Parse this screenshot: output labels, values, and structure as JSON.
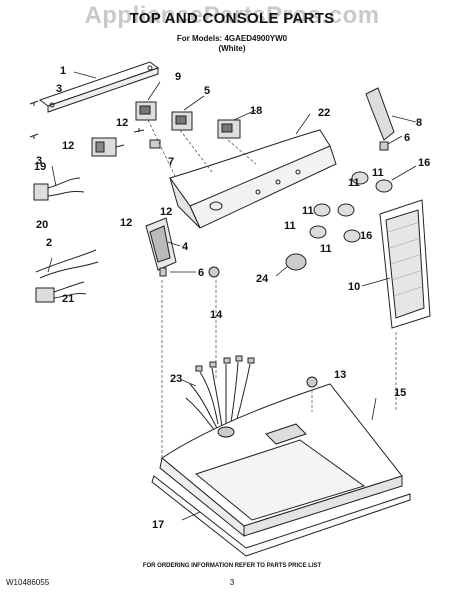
{
  "watermark": "AppliancePartsPros.com",
  "header": {
    "title": "TOP AND CONSOLE PARTS",
    "models_line": "For Models: 4GAED4900YW0",
    "color_line": "(White)"
  },
  "callouts": {
    "c1": "1",
    "c2": "2",
    "c3a": "3",
    "c3b": "3",
    "c4": "4",
    "c5": "5",
    "c6a": "6",
    "c6b": "6",
    "c7": "7",
    "c8": "8",
    "c9": "9",
    "c10": "10",
    "c11a": "11",
    "c11b": "11",
    "c11c": "11",
    "c11d": "11",
    "c11e": "11",
    "c12a": "12",
    "c12b": "12",
    "c12c": "12",
    "c12d": "12",
    "c13": "13",
    "c14": "14",
    "c15": "15",
    "c16a": "16",
    "c16b": "16",
    "c17": "17",
    "c18": "18",
    "c19": "19",
    "c20": "20",
    "c21": "21",
    "c22": "22",
    "c23": "23",
    "c24": "24"
  },
  "footer": {
    "note": "FOR ORDERING INFORMATION REFER TO PARTS PRICE LIST",
    "doc_number": "W10486055",
    "page": "3"
  }
}
